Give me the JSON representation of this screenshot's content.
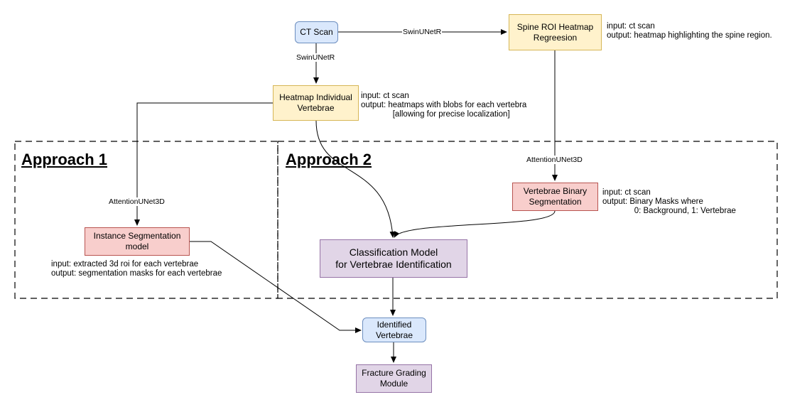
{
  "nodes": {
    "ct_scan": "CT Scan",
    "spine_roi": "Spine ROI Heatmap\nRegreesion",
    "heatmap_individual": "Heatmap Individual\nVertebrae",
    "vertebrae_binary": "Vertebrae Binary\nSegmentation",
    "instance_seg": "Instance Segmentation\nmodel",
    "classification": "Classification Model\nfor Vertebrae Identification",
    "identified": "Identified\nVertebrae",
    "fracture": "Fracture Grading\nModule"
  },
  "edge_labels": {
    "ct_to_spine": "SwinUNetR",
    "ct_to_heatmap": "SwinUNetR",
    "spine_to_binary": "AttentionUNet3D",
    "heatmap_to_instance": "AttentionUNet3D"
  },
  "notes": {
    "spine_roi": "input: ct scan\noutput: heatmap highlighting the spine region.",
    "heatmap_individual": "input: ct scan\noutput: heatmaps with blobs for each vertebra\n              [allowing for precise localization]",
    "vertebrae_binary": "input: ct scan\noutput: Binary Masks where\n              0: Background, 1: Vertebrae",
    "instance_seg": "input: extracted 3d roi for each vertebrae\noutput: segmentation masks for each vertebrae"
  },
  "groups": {
    "approach1": "Approach 1",
    "approach2": "Approach 2"
  }
}
